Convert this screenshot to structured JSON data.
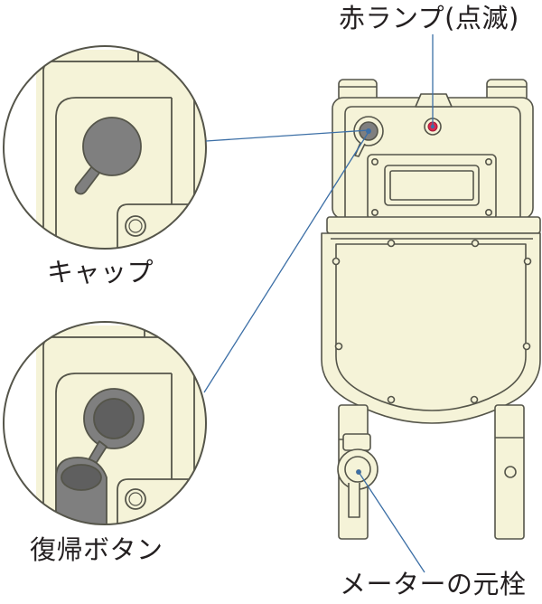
{
  "labels": {
    "red_lamp": "赤ランプ(点滅)",
    "cap": "キャップ",
    "reset_button": "復帰ボタン",
    "main_valve": "メーターの元栓"
  },
  "colors": {
    "meter_fill": "#f5f3d8",
    "outline": "#55554a",
    "leader_line": "#3c6fa6",
    "lamp": "#d9264b",
    "cap_fill": "#7f7f7f",
    "text": "#231f20"
  }
}
